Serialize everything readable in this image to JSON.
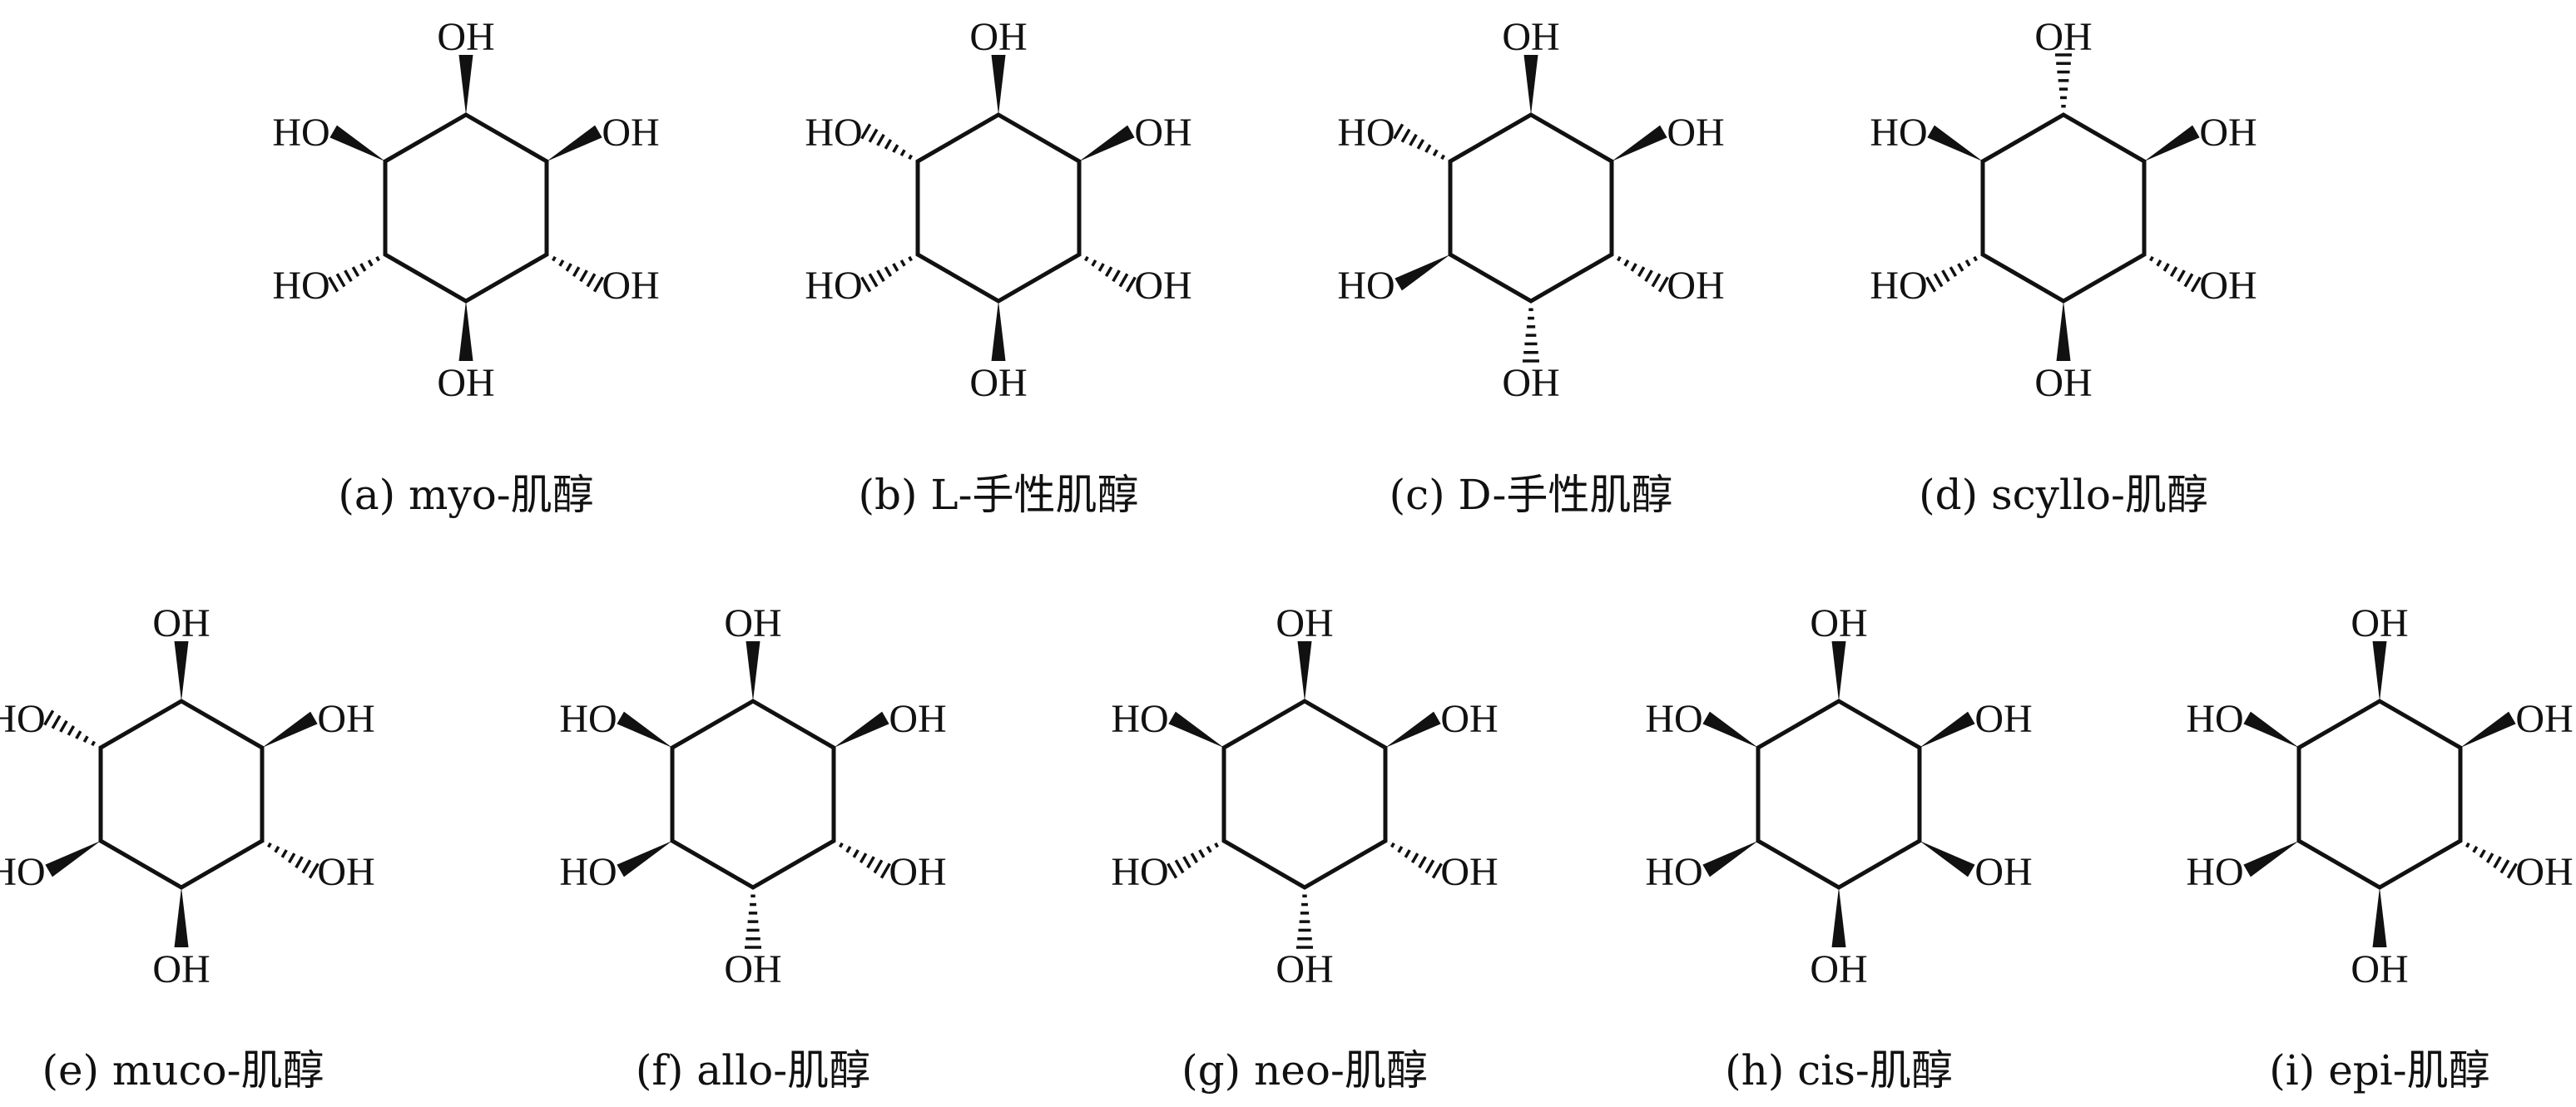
{
  "colors": {
    "ink": "#111111",
    "background": "#ffffff"
  },
  "labels": {
    "hydroxyl_right": "OH",
    "hydroxyl_left": "HO"
  },
  "molecules": [
    {
      "id": "a",
      "caption": "(a) myo-肌醇",
      "bonds": [
        "wedge",
        "wedge",
        "dash",
        "wedge",
        "dash",
        "wedge"
      ]
    },
    {
      "id": "b",
      "caption": "(b) L-手性肌醇",
      "bonds": [
        "wedge",
        "wedge",
        "dash",
        "wedge",
        "dash",
        "dash"
      ]
    },
    {
      "id": "c",
      "caption": "(c) D-手性肌醇",
      "bonds": [
        "wedge",
        "wedge",
        "dash",
        "dash",
        "wedge",
        "dash"
      ]
    },
    {
      "id": "d",
      "caption": "(d) scyllo-肌醇",
      "bonds": [
        "dash",
        "wedge",
        "dash",
        "wedge",
        "dash",
        "wedge"
      ]
    },
    {
      "id": "e",
      "caption": "(e) muco-肌醇",
      "bonds": [
        "wedge",
        "wedge",
        "dash",
        "wedge",
        "wedge",
        "dash"
      ]
    },
    {
      "id": "f",
      "caption": "(f) allo-肌醇",
      "bonds": [
        "wedge",
        "wedge",
        "dash",
        "dash",
        "wedge",
        "wedge"
      ]
    },
    {
      "id": "g",
      "caption": "(g) neo-肌醇",
      "bonds": [
        "wedge",
        "wedge",
        "dash",
        "dash",
        "dash",
        "wedge"
      ]
    },
    {
      "id": "h",
      "caption": "(h) cis-肌醇",
      "bonds": [
        "wedge",
        "wedge",
        "wedge",
        "wedge",
        "wedge",
        "wedge"
      ]
    },
    {
      "id": "i",
      "caption": "(i) epi-肌醇",
      "bonds": [
        "wedge",
        "wedge",
        "dash",
        "wedge",
        "wedge",
        "wedge"
      ]
    }
  ]
}
